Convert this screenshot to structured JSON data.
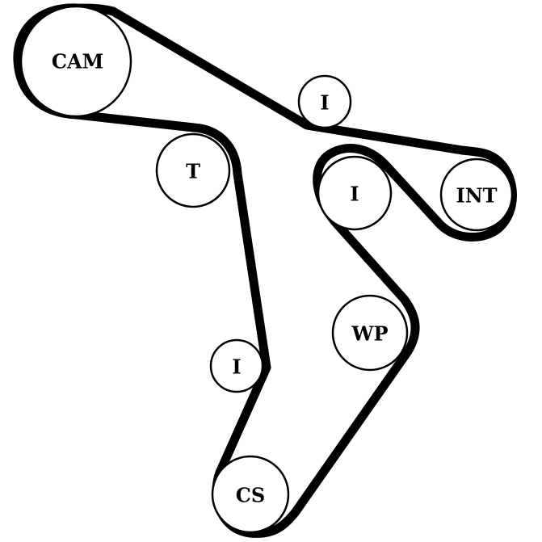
{
  "colors": {
    "belt": "#000000",
    "background": "#ffffff"
  },
  "pulleys": {
    "cam": {
      "label": "CAM"
    },
    "idler_top": {
      "label": "I"
    },
    "tensioner": {
      "label": "T"
    },
    "idler_inner": {
      "label": "I"
    },
    "intermediate": {
      "label": "INT"
    },
    "water_pump": {
      "label": "WP"
    },
    "idler_lower": {
      "label": "I"
    },
    "crankshaft": {
      "label": "CS"
    }
  }
}
